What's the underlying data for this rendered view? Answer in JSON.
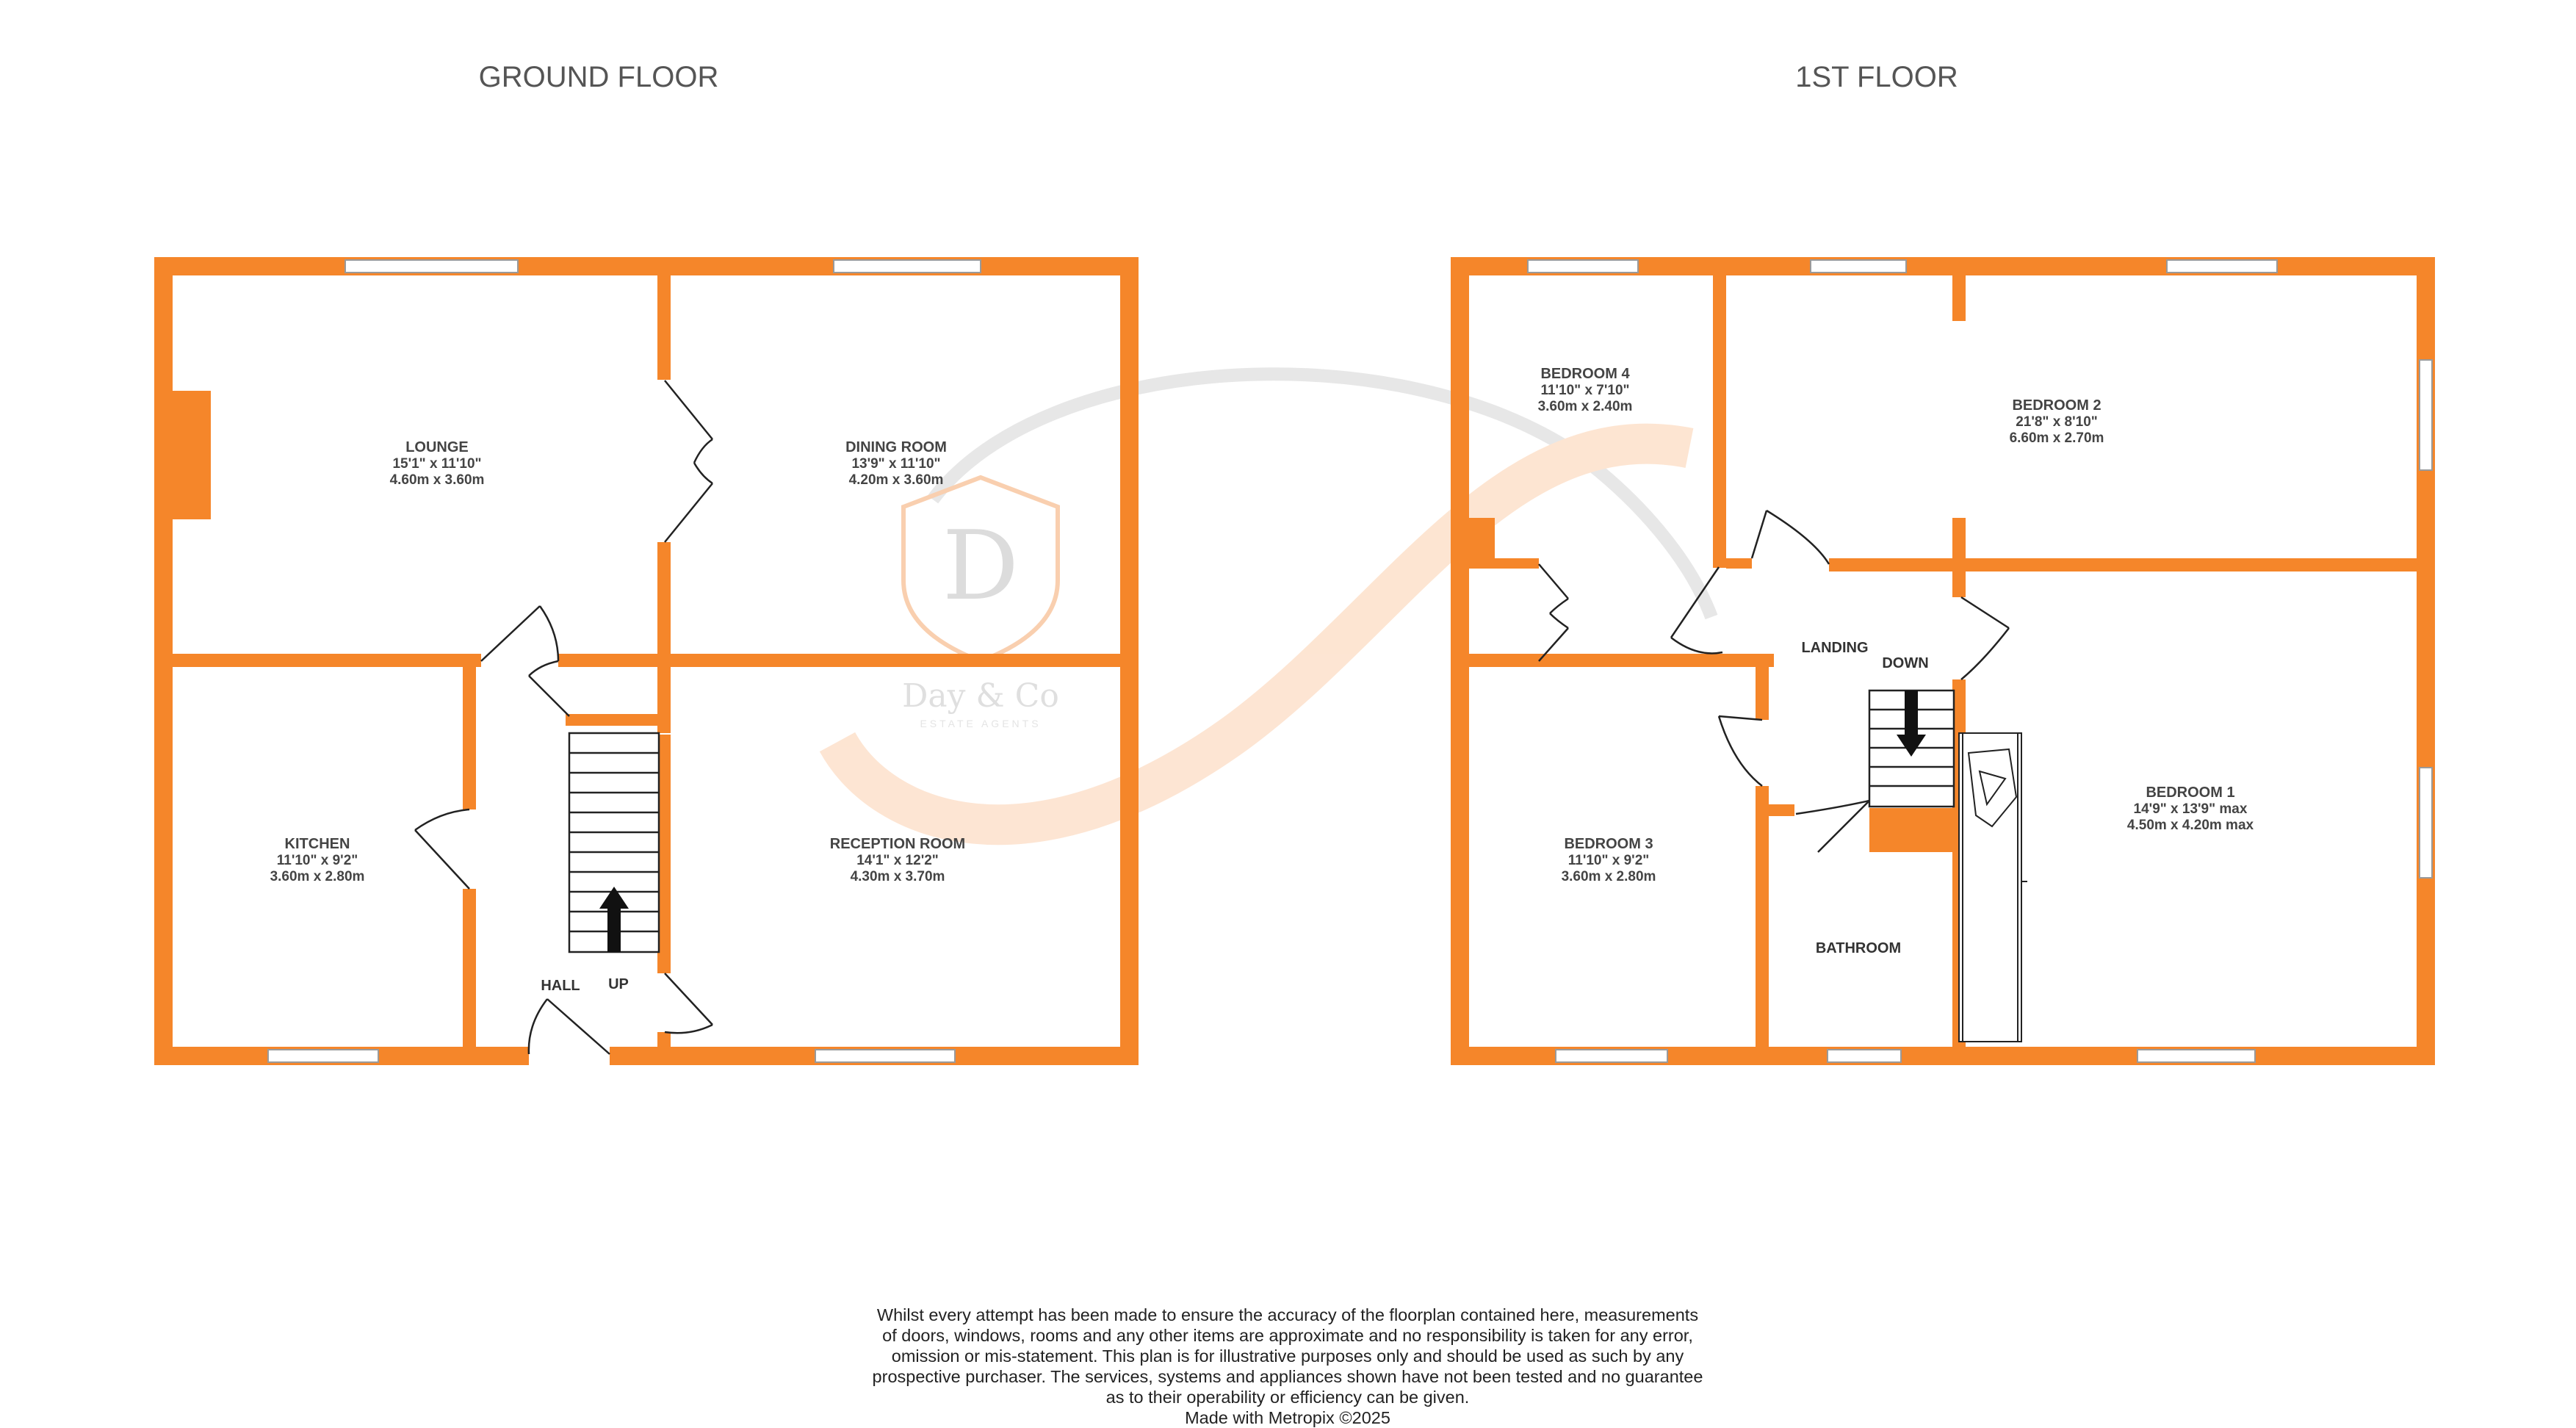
{
  "floors": {
    "ground": {
      "title": "GROUND FLOOR",
      "rooms": {
        "lounge": {
          "name": "LOUNGE",
          "imperial": "15'1\"  x 11'10\"",
          "metric": "4.60m  x 3.60m"
        },
        "dining": {
          "name": "DINING ROOM",
          "imperial": "13'9\"  x 11'10\"",
          "metric": "4.20m  x 3.60m"
        },
        "kitchen": {
          "name": "KITCHEN",
          "imperial": "11'10\"  x 9'2\"",
          "metric": "3.60m  x 2.80m"
        },
        "reception": {
          "name": "RECEPTION ROOM",
          "imperial": "14'1\"  x 12'2\"",
          "metric": "4.30m  x 3.70m"
        }
      },
      "labels": {
        "hall": "HALL",
        "stairs": "UP"
      }
    },
    "first": {
      "title": "1ST FLOOR",
      "rooms": {
        "bedroom4": {
          "name": "BEDROOM 4",
          "imperial": "11'10\"  x 7'10\"",
          "metric": "3.60m  x 2.40m"
        },
        "bedroom2": {
          "name": "BEDROOM 2",
          "imperial": "21'8\"  x 8'10\"",
          "metric": "6.60m  x 2.70m"
        },
        "bedroom3": {
          "name": "BEDROOM 3",
          "imperial": "11'10\"  x 9'2\"",
          "metric": "3.60m  x 2.80m"
        },
        "bedroom1": {
          "name": "BEDROOM 1",
          "imperial": "14'9\"  x 13'9\" max",
          "metric": "4.50m  x 4.20m max"
        }
      },
      "labels": {
        "landing": "LANDING",
        "stairs": "DOWN",
        "bathroom": "BATHROOM"
      }
    }
  },
  "watermark": {
    "monogram": "D",
    "brand": "Day & Co",
    "tagline": "ESTATE AGENTS"
  },
  "disclaimer": {
    "lines": [
      "Whilst every attempt has been made to ensure the accuracy of the floorplan contained here, measurements",
      "of doors, windows, rooms and any other items are approximate and no responsibility is taken for any error,",
      "omission or mis-statement. This plan is for illustrative purposes only and should be used as such by any",
      "prospective purchaser. The services, systems and appliances shown have not been tested and no guarantee",
      "as to their operability or efficiency can be given."
    ],
    "credit": "Made with Metropix ©2025"
  },
  "colors": {
    "wall": "#F5862A",
    "text": "#444444",
    "window": "#ffffff"
  }
}
